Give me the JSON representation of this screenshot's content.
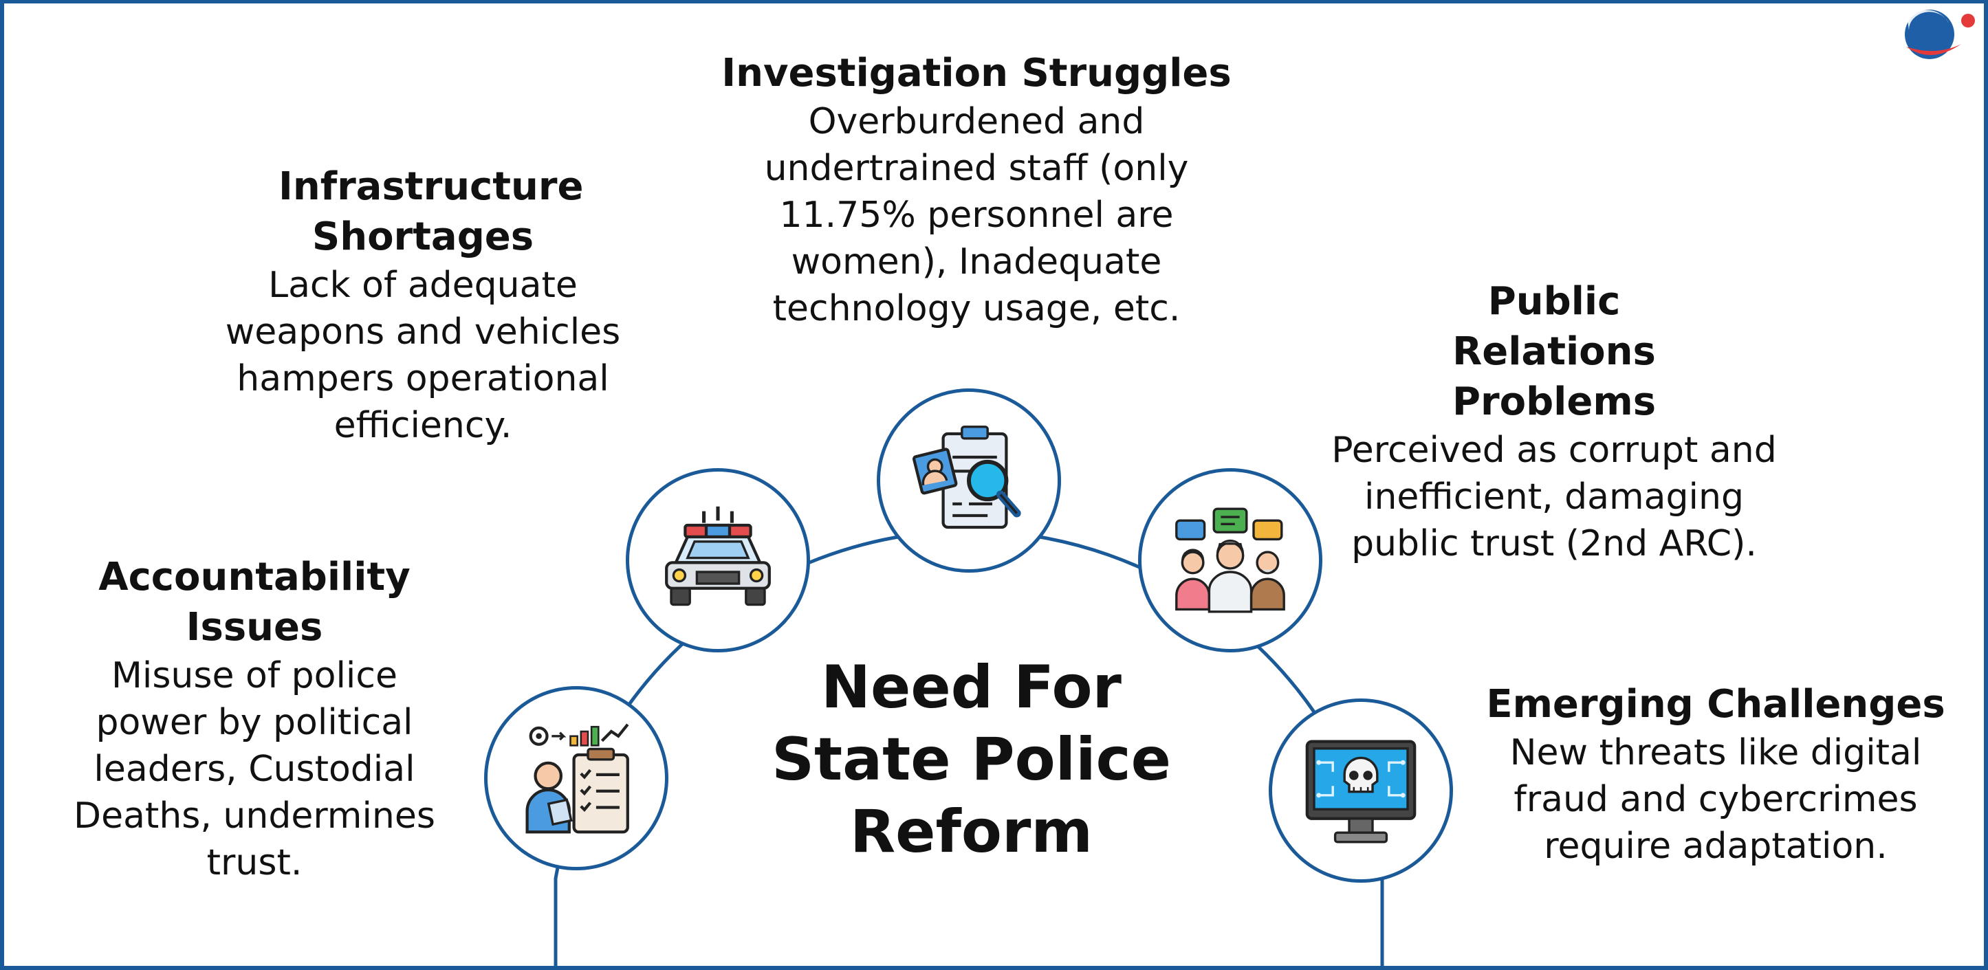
{
  "center": {
    "title": "Need For State Police Reform"
  },
  "nodes": [
    {
      "id": "accountability",
      "icon": "officer-checklist-icon",
      "title": "Accountability Issues",
      "text": "Misuse of police power by political leaders, Custodial Deaths, undermines trust."
    },
    {
      "id": "infrastructure",
      "icon": "police-car-icon",
      "title": "Infrastructure Shortages",
      "text": "Lack of adequate weapons and vehicles hampers operational efficiency."
    },
    {
      "id": "investigation",
      "icon": "clipboard-magnifier-icon",
      "title": "Investigation Struggles",
      "text": "Overburdened and undertrained staff (only 11.75% personnel are women), Inadequate technology usage, etc."
    },
    {
      "id": "public-relations",
      "icon": "people-speech-bubbles-icon",
      "title": "Public Relations Problems",
      "text": "Perceived as corrupt and inefficient, damaging public trust (2nd ARC)."
    },
    {
      "id": "emerging",
      "icon": "cyber-skull-monitor-icon",
      "title": "Emerging Challenges",
      "text": "New threats like digital fraud and cybercrimes require adaptation."
    }
  ],
  "colors": {
    "accent": "#1b5a98",
    "logo_blue": "#1f5fa8",
    "logo_red": "#e53a3a"
  }
}
